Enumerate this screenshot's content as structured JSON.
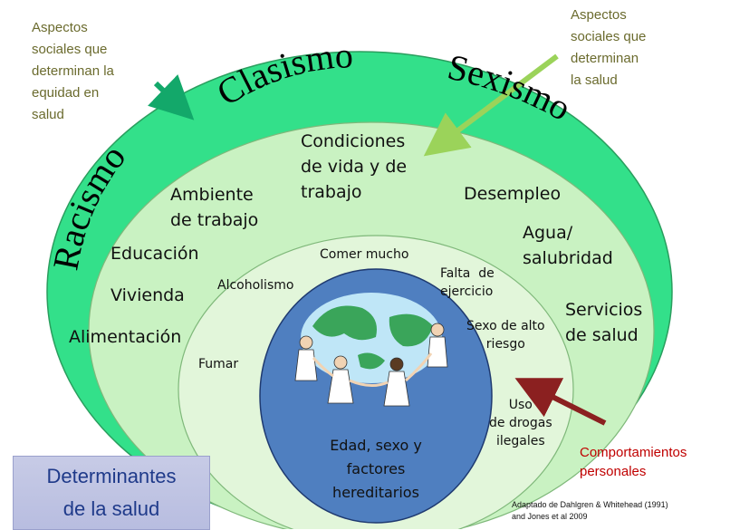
{
  "outer_ring": {
    "left_label": "Racismo",
    "top_label": "Clasismo",
    "right_label": "Sexismo"
  },
  "annotations": {
    "left_note": [
      "Aspectos",
      "sociales que",
      "determinan la",
      "equidad en",
      "salud"
    ],
    "right_note": [
      "Aspectos",
      "sociales que",
      "determinan",
      "la salud"
    ],
    "behaviors_note": [
      "Comportamientos",
      "personales"
    ]
  },
  "living_conditions": {
    "center": [
      "Condiciones",
      "de vida y de",
      "trabajo"
    ],
    "work_env": [
      "Ambiente",
      "de trabajo"
    ],
    "education": "Educación",
    "housing": "Vivienda",
    "food": "Alimentación",
    "unemployment": "Desempleo",
    "water": [
      "Agua/",
      "salubridad"
    ],
    "health_services": [
      "Servicios",
      "de salud"
    ]
  },
  "behaviors": {
    "eat": "Comer mucho",
    "alcohol": "Alcoholismo",
    "exercise": [
      "Falta  de",
      "ejercicio"
    ],
    "sex": [
      "Sexo de alto",
      "riesgo"
    ],
    "smoke": "Fumar",
    "drugs": [
      "Uso",
      "de drogas",
      "ilegales"
    ]
  },
  "core": [
    "Edad, sexo y",
    "factores",
    "hereditarios"
  ],
  "title": [
    "Determinantes",
    "de la salud"
  ],
  "credit": [
    "Adaptado de Dahlgren & Whitehead (1991)",
    "and Jones et al 2009"
  ],
  "colors": {
    "outer_ring": "#33e08a",
    "middle_ring": "#c9f2c2",
    "inner_ring": "#e2f6da",
    "core": "#4f7fc0",
    "arrow_green_dark": "#13a86a",
    "arrow_green_light": "#9bd35a",
    "arrow_red": "#8b2020"
  }
}
